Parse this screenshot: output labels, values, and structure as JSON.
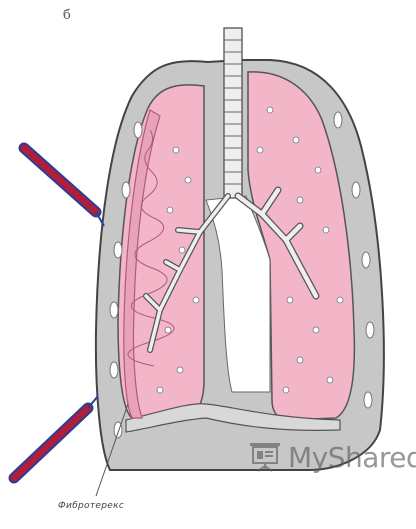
{
  "figure": {
    "panel_letter": "б",
    "caption": "Фибротерекс"
  },
  "watermark": {
    "text": "MyShared",
    "icon": "projector-screen-icon"
  },
  "colors": {
    "lung_fill": "#f2b6c8",
    "pleura": "#b9b9b9",
    "outline": "#444444",
    "arrow_red": "#b01e3a",
    "arrow_blue": "#2a3d9a",
    "fibrosis": "#b05a78"
  }
}
